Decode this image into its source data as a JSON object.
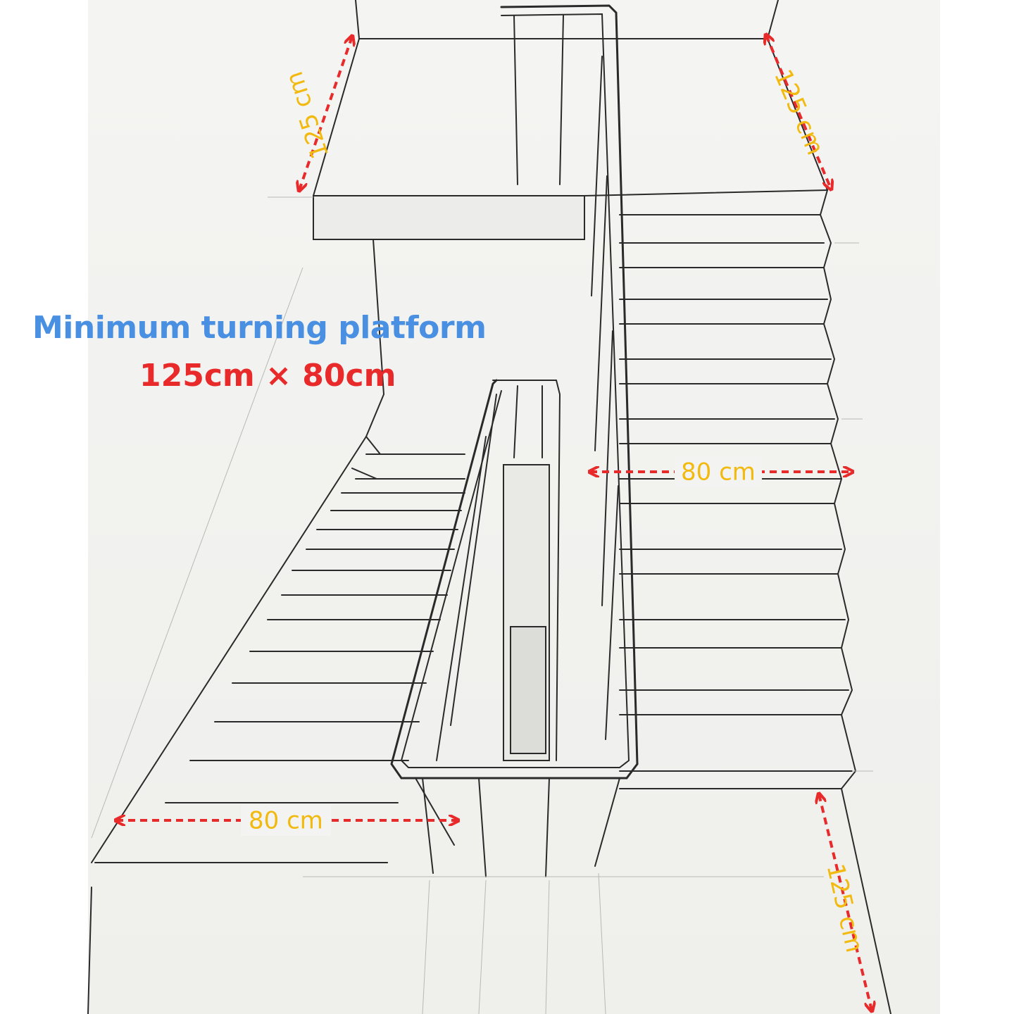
{
  "title": "Minimum turning platform",
  "subtitle": "125cm × 80cm",
  "dimensions": {
    "top_left": "125 cm",
    "top_right": "125 cm",
    "middle_right": "80 cm",
    "bottom_left": "80 cm",
    "bottom_right": "125 cm"
  },
  "colors": {
    "title": "#4a90e2",
    "subtitle": "#e82a2a",
    "dimension_label": "#f2b90f",
    "dimension_arrow": "#e82a2a",
    "pencil": "#2a2a2a"
  }
}
